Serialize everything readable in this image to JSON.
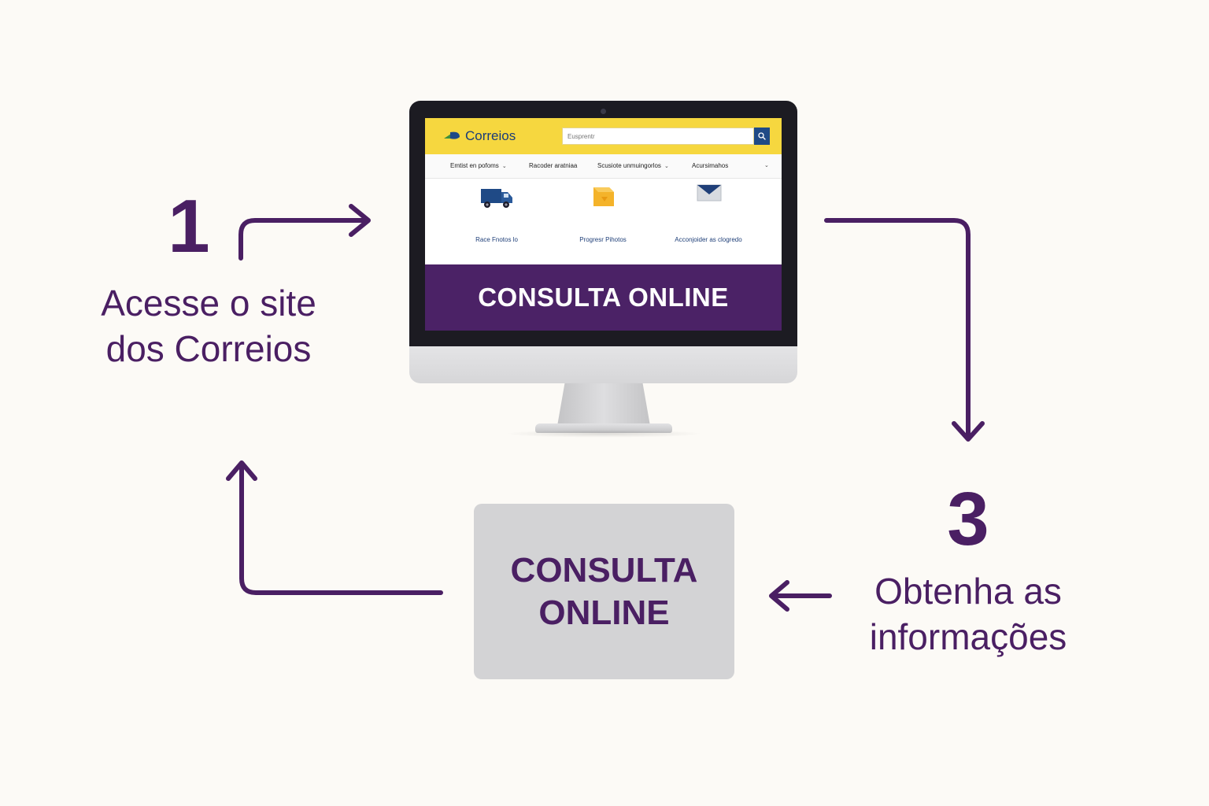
{
  "colors": {
    "background": "#fcfaf6",
    "accent_purple": "#4a1f63",
    "correios_yellow": "#f6d73f",
    "correios_blue": "#1f4a86",
    "box_gray": "#d3d3d5"
  },
  "step1": {
    "number": "1",
    "text": "Acesse o site dos Correios"
  },
  "step3": {
    "number": "3",
    "text": "Obtenha as informações"
  },
  "monitor": {
    "site": {
      "logo_text": "Correios",
      "search_placeholder": "Eusprentr",
      "search_icon": "search-icon",
      "nav_items": [
        "Emtist en pofoms",
        "Racoder aratniaa",
        "Scusiote unmuingorlos",
        "Acursimahos"
      ],
      "services": [
        {
          "icon": "truck-icon",
          "label": "Race Fnotos lo"
        },
        {
          "icon": "package-icon",
          "label": "Progresr Pihotos"
        },
        {
          "icon": "envelope-icon",
          "label": "Acconjoider as clogredo"
        }
      ],
      "banner": "CONSULTA ONLINE"
    }
  },
  "center_box": {
    "text": "CONSULTA ONLINE"
  }
}
